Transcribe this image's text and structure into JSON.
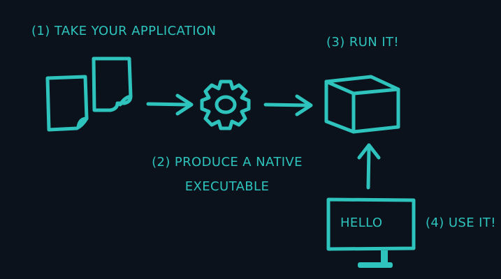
{
  "colors": {
    "background": "#0b121b",
    "accent": "#2ec4bd"
  },
  "steps": [
    {
      "label": "(1) TAKE YOUR APPLICATION",
      "icon": "documents-icon"
    },
    {
      "label_line1": "(2) PRODUCE A NATIVE",
      "label_line2": "EXECUTABLE",
      "icon": "gear-icon"
    },
    {
      "label": "(3) RUN IT!",
      "icon": "box-icon"
    },
    {
      "label": "(4) USE IT!",
      "icon": "monitor-icon"
    }
  ],
  "monitor": {
    "screen_text": "HELLO"
  }
}
